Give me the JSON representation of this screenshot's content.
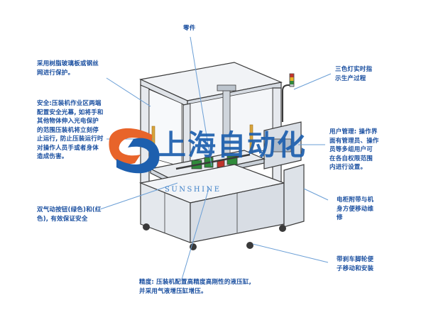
{
  "callouts": {
    "parts": "零件",
    "material": "采用树脂玻璃板或钢丝\n网进行保护。",
    "safety": "安全:压装机作业区两端\n配置安全光幕, 如将手和\n其他物体伸入光电保护\n的范围压装机将立刻停\n止运行, 防止压装运行时\n对操作人员手或者身体\n造成伤害。",
    "two_hand": "双气动按钮(绿色)和(红\n色), 有效保证安全",
    "precision": "精度: 压装机配置高精度高刚性的液压缸,\n并采用气液增压缸增压。",
    "tri_light": "三色灯实时指\n示生产过程",
    "user_mgmt": "用户管理: 操作界\n面有管理员、操作\n员等多组用户可\n在各自权限范围\n内进行设置。",
    "cabinet": "电柜附带与机\n身方便移动维\n修",
    "casters": "带刹车脚轮便\n子移动和安装"
  },
  "watermark": {
    "cn_text": "上海自动化",
    "en_text": "SUNSHINE"
  },
  "colors": {
    "text": "#1a4fa0",
    "leader": "#6b9fd6",
    "frame": "#3a3a3a",
    "panel": "#e8ebf0",
    "logo_orange": "#e8642a",
    "logo_blue": "#1d5fae",
    "fixture_green": "#2f8a3a",
    "fixture_red": "#c0342c"
  }
}
